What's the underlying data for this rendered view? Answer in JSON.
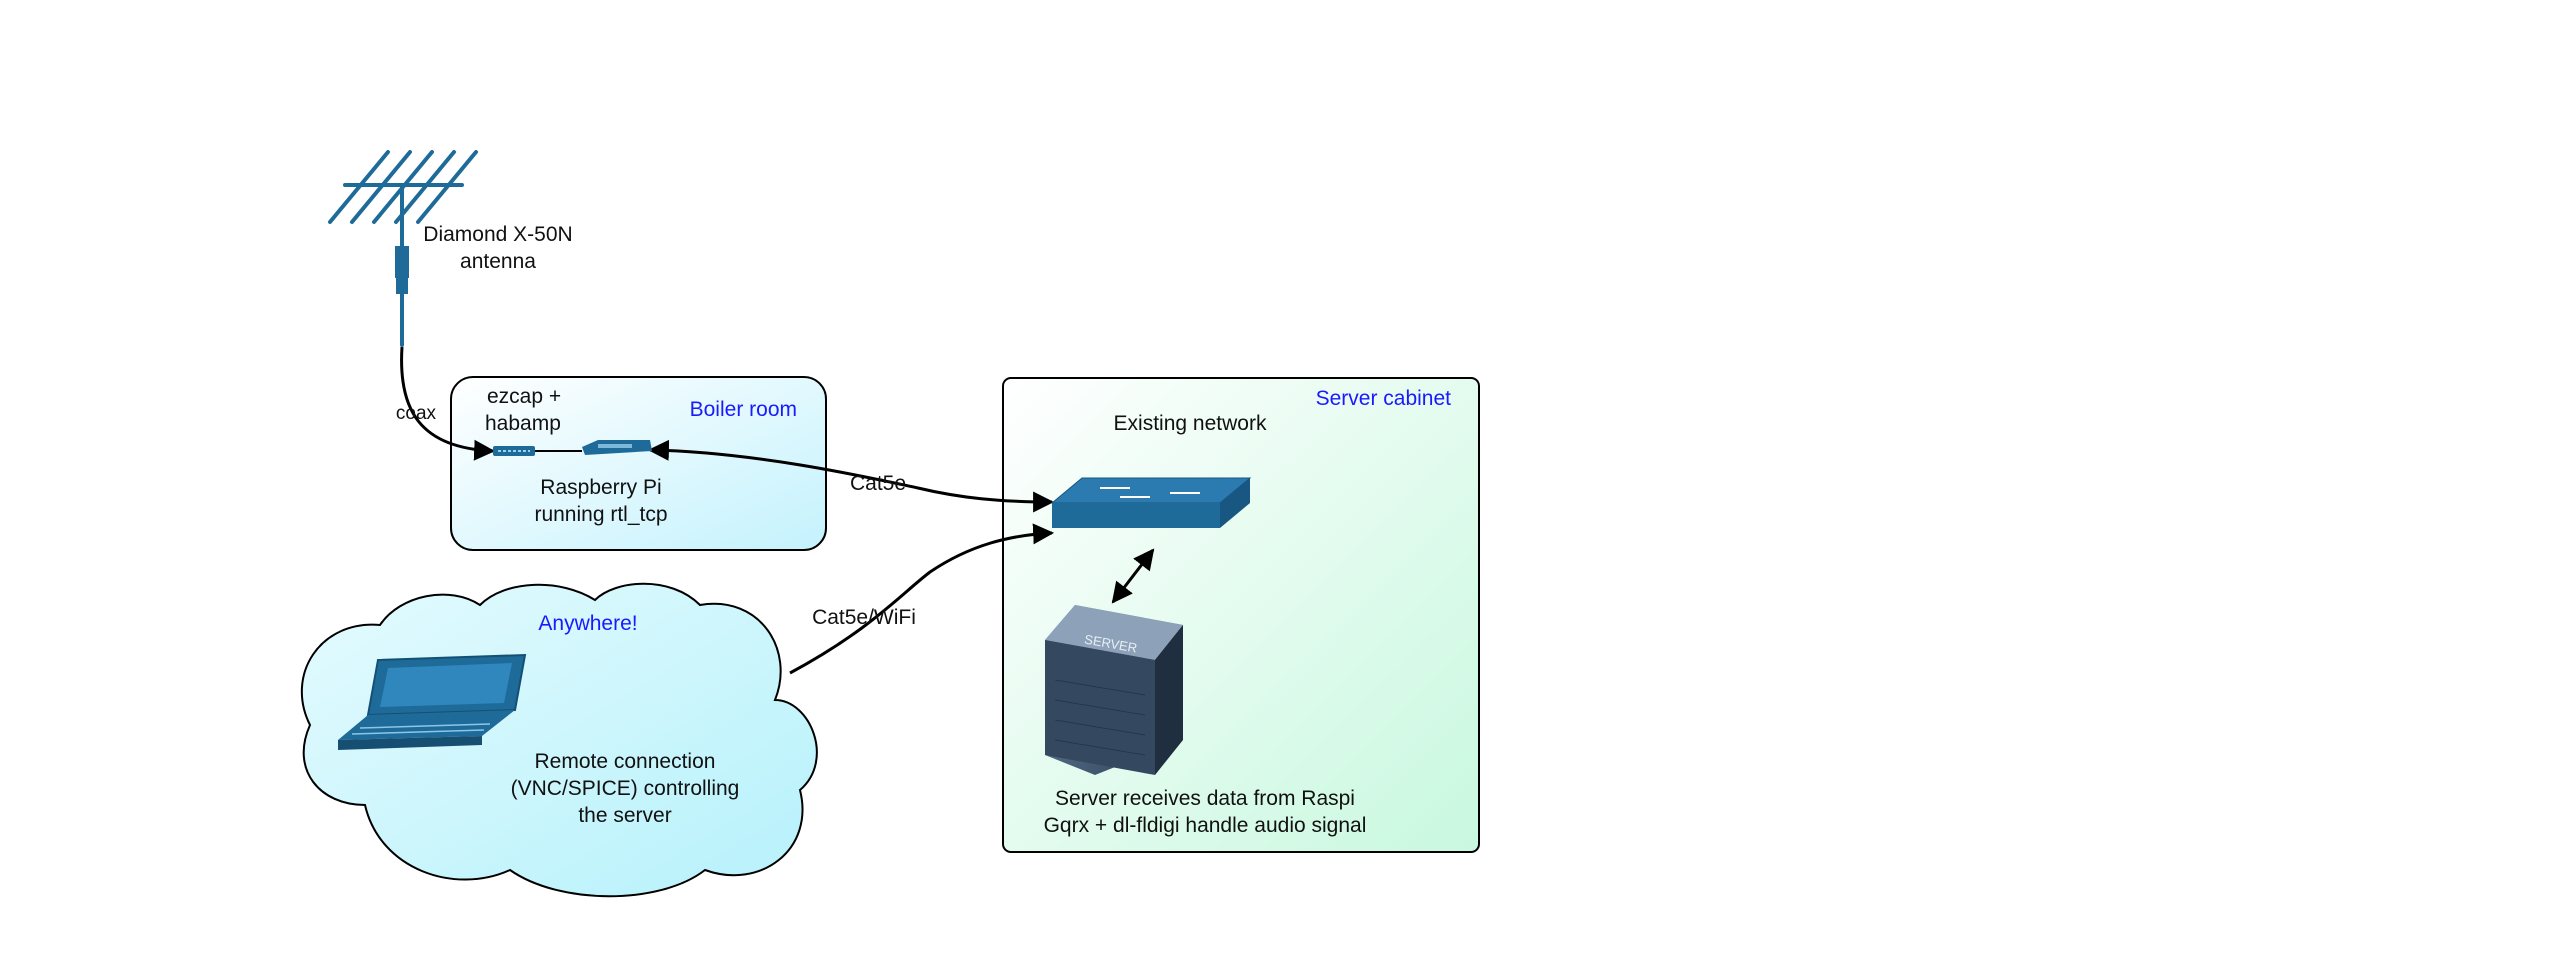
{
  "antenna": {
    "label_line1": "Diamond X-50N",
    "label_line2": "antenna"
  },
  "links": {
    "coax": "coax",
    "cat5e": "Cat5e",
    "cat5e_wifi": "Cat5e/WiFi"
  },
  "boiler_room": {
    "title": "Boiler room",
    "ezcap_line1": "ezcap +",
    "ezcap_line2": "habamp",
    "raspi_line1": "Raspberry Pi",
    "raspi_line2": "running rtl_tcp"
  },
  "server_cabinet": {
    "title": "Server cabinet",
    "network_label": "Existing network",
    "server_badge": "SERVER",
    "caption_line1": "Server receives data from Raspi",
    "caption_line2": "Gqrx + dl-fldigi handle audio signal"
  },
  "anywhere": {
    "title": "Anywhere!",
    "remote_line1": "Remote connection",
    "remote_line2": "(VNC/SPICE) controlling",
    "remote_line3": "the server"
  },
  "colors": {
    "icon_blue": "#1e6b99",
    "boiler_fill": "#d3f7fe",
    "cabinet_fill": "#d9fce8",
    "cloud_fill": "#c6f6fc",
    "group_title": "#1a1aff"
  }
}
